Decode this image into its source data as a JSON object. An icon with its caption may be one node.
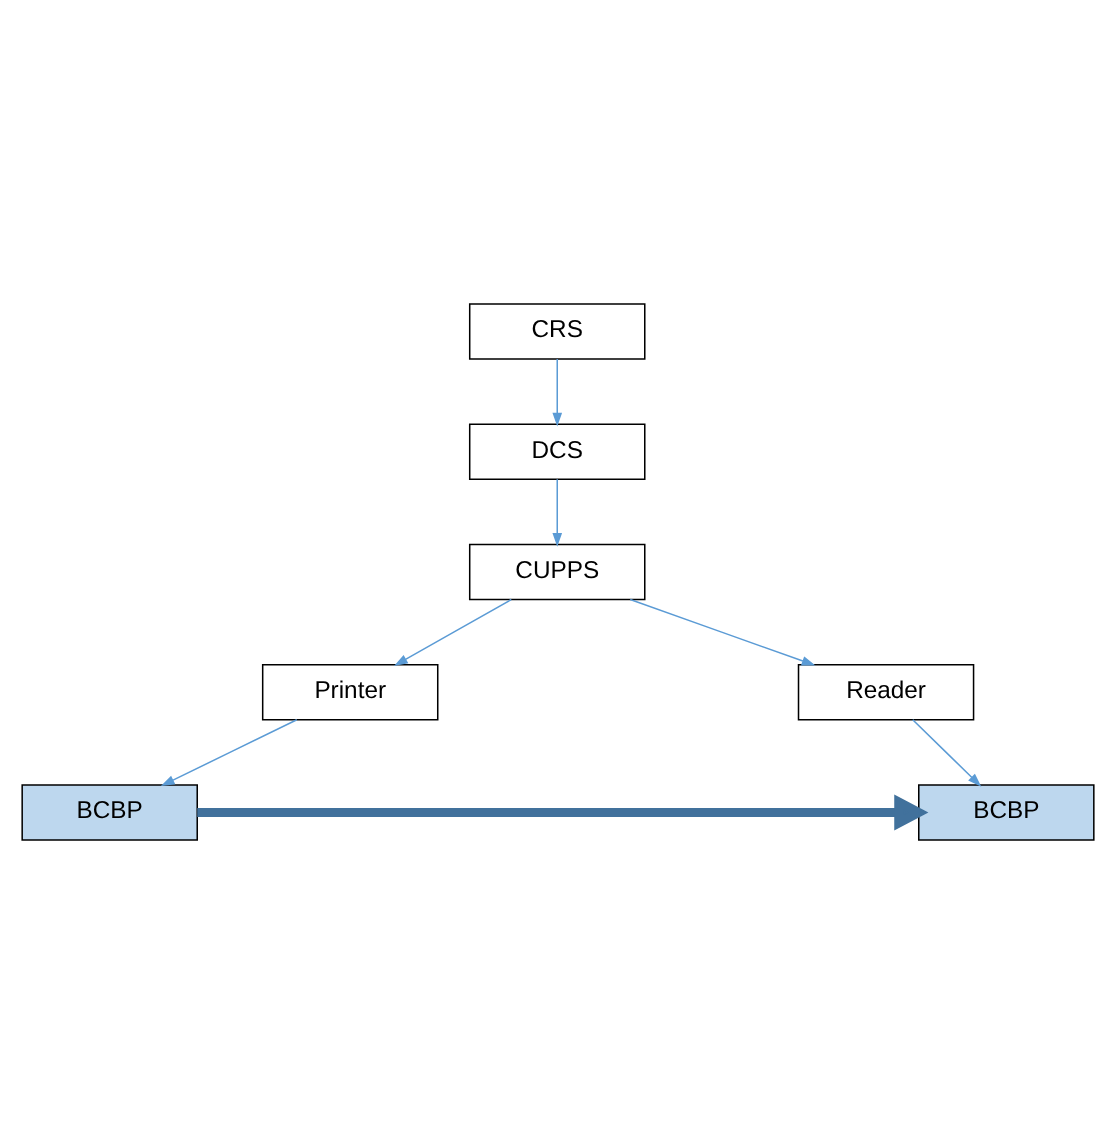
{
  "diagram": {
    "nodes": [
      {
        "text": [
          "CRS"
        ]
      },
      {
        "text": [
          "DCS"
        ]
      },
      {
        "text": [
          "CUPPS"
        ]
      },
      {
        "text": [
          "Printer"
        ]
      },
      {
        "text": [
          "Reader"
        ]
      },
      {
        "text": [
          "BCBP"
        ]
      },
      {
        "text": [
          "BCBP"
        ]
      }
    ],
    "edges": [
      {
        "from": 0,
        "to": 1,
        "arrow": "to"
      },
      {
        "from": 1,
        "to": 2,
        "arrow": "to"
      },
      {
        "from": 2,
        "to": 3,
        "arrow": "to"
      },
      {
        "from": 2,
        "to": 4,
        "arrow": "to"
      },
      {
        "from": 3,
        "to": 5,
        "arrow": "to"
      },
      {
        "from": 4,
        "to": 6,
        "arrow": "to"
      },
      {
        "from": 5,
        "to": 6,
        "arrow": "to",
        "style": "thick",
        "color": "#41719c"
      }
    ]
  }
}
